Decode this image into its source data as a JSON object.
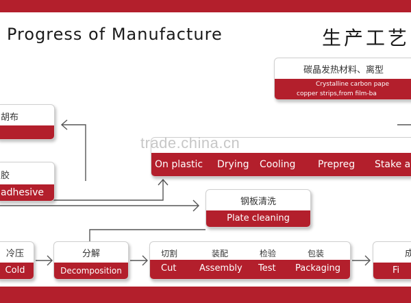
{
  "title": {
    "en": "Progress of  Manufacture",
    "cn": "生产工艺"
  },
  "watermark": "trade.china.cn",
  "box_top_right": {
    "cn": "碳晶发热材料、离型",
    "en_line1": "Crystalline carbon pape",
    "en_line2": "copper strips,from film-ba"
  },
  "box_left1": {
    "cn": "胡布",
    "en": ""
  },
  "box_left2": {
    "cn": "胶",
    "en": "adhesive"
  },
  "process_bar": {
    "cn": [
      "",
      "",
      ""
    ],
    "en": [
      "On plastic",
      "Drying",
      "Cooling",
      "Prepreg",
      "Stake a"
    ]
  },
  "box_plate": {
    "cn": "钢板清洗",
    "en": "Plate cleaning"
  },
  "box_cold": {
    "cn": "冷压",
    "en": "Cold"
  },
  "box_decomp": {
    "cn": "分解",
    "en": "Decomposition"
  },
  "box_cut_group": {
    "cn": [
      "切割",
      "装配",
      "检验",
      "包装"
    ],
    "en": [
      "Cut",
      "Assembly",
      "Test",
      "Packaging"
    ]
  },
  "box_final": {
    "cn": "成",
    "en": "Fi"
  }
}
